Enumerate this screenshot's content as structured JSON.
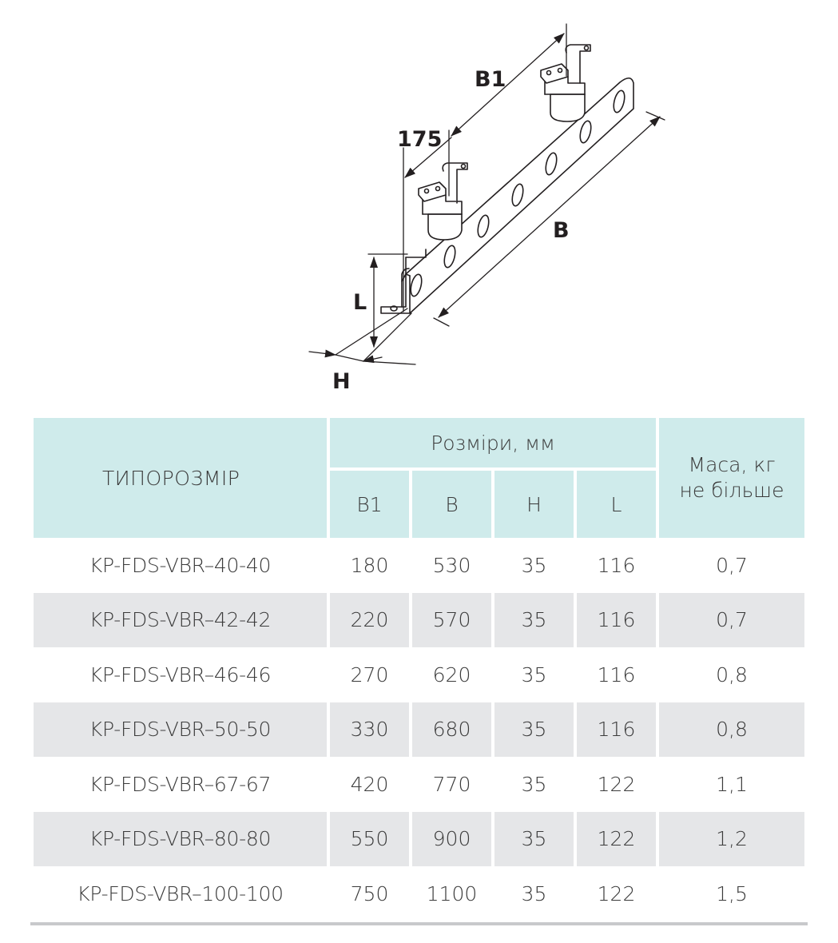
{
  "drawing": {
    "labels": {
      "b1": "B1",
      "offset": "175",
      "b": "B",
      "l": "L",
      "h": "H"
    }
  },
  "table": {
    "header": {
      "model": "ТИПОРОЗМІР",
      "dimensions": "Розміри, мм",
      "mass_line1": "Маса, кг",
      "mass_line2": "не більше",
      "columns": [
        "B1",
        "B",
        "H",
        "L"
      ]
    },
    "rows": [
      {
        "model": "KP-FDS-VBR–40-40",
        "b1": "180",
        "b": "530",
        "h": "35",
        "l": "116",
        "mass": "0,7"
      },
      {
        "model": "KP-FDS-VBR–42-42",
        "b1": "220",
        "b": "570",
        "h": "35",
        "l": "116",
        "mass": "0,7"
      },
      {
        "model": "KP-FDS-VBR–46-46",
        "b1": "270",
        "b": "620",
        "h": "35",
        "l": "116",
        "mass": "0,8"
      },
      {
        "model": "KP-FDS-VBR–50-50",
        "b1": "330",
        "b": "680",
        "h": "35",
        "l": "116",
        "mass": "0,8"
      },
      {
        "model": "KP-FDS-VBR–67-67",
        "b1": "420",
        "b": "770",
        "h": "35",
        "l": "122",
        "mass": "1,1"
      },
      {
        "model": "KP-FDS-VBR–80-80",
        "b1": "550",
        "b": "900",
        "h": "35",
        "l": "122",
        "mass": "1,2"
      },
      {
        "model": "KP-FDS-VBR–100-100",
        "b1": "750",
        "b": "1100",
        "h": "35",
        "l": "122",
        "mass": "1,5"
      }
    ]
  },
  "colors": {
    "header_bg": "#cfebeb",
    "row_shade": "#e5e6e8",
    "rule": "#c8c9cb"
  }
}
